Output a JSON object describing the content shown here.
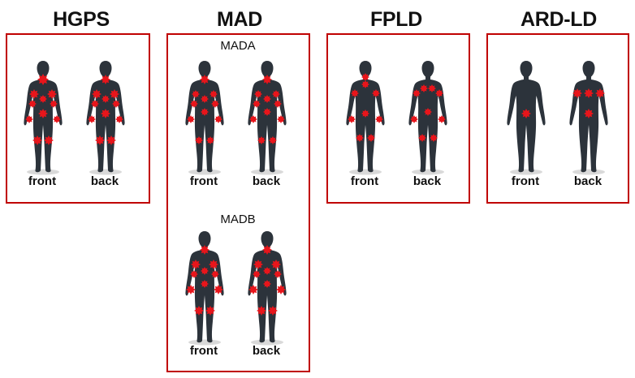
{
  "panels": [
    {
      "title": "HGPS",
      "groups": [
        {
          "subtitle": "",
          "figures": [
            {
              "label": "front",
              "view": "front",
              "dots": [
                [
                  0,
                  -44,
                  7
                ],
                [
                  -11,
                  -26,
                  6
                ],
                [
                  11,
                  -26,
                  6
                ],
                [
                  0,
                  -20,
                  5
                ],
                [
                  -13,
                  -14,
                  5
                ],
                [
                  13,
                  -14,
                  5
                ],
                [
                  0,
                  -2,
                  6
                ],
                [
                  -17,
                  5,
                  5
                ],
                [
                  17,
                  5,
                  5
                ],
                [
                  -7,
                  31,
                  6
                ],
                [
                  7,
                  31,
                  6
                ]
              ]
            },
            {
              "label": "back",
              "view": "back",
              "dots": [
                [
                  0,
                  -44,
                  6
                ],
                [
                  -11,
                  -26,
                  6
                ],
                [
                  11,
                  -26,
                  6
                ],
                [
                  0,
                  -20,
                  5
                ],
                [
                  -13,
                  -14,
                  5
                ],
                [
                  13,
                  -14,
                  5
                ],
                [
                  0,
                  -2,
                  6
                ],
                [
                  -17,
                  5,
                  5
                ],
                [
                  17,
                  5,
                  5
                ],
                [
                  -7,
                  31,
                  6
                ],
                [
                  7,
                  31,
                  6
                ]
              ]
            }
          ]
        }
      ]
    },
    {
      "title": "MAD",
      "groups": [
        {
          "subtitle": "MADA",
          "figures": [
            {
              "label": "front",
              "view": "front",
              "dots": [
                [
                  0,
                  -44,
                  6
                ],
                [
                  -11,
                  -26,
                  5
                ],
                [
                  11,
                  -26,
                  5
                ],
                [
                  0,
                  -20,
                  5
                ],
                [
                  -13,
                  -14,
                  5
                ],
                [
                  13,
                  -14,
                  5
                ],
                [
                  0,
                  -4,
                  5
                ],
                [
                  -17,
                  5,
                  5
                ],
                [
                  17,
                  5,
                  5
                ],
                [
                  -7,
                  31,
                  5
                ],
                [
                  7,
                  31,
                  5
                ]
              ]
            },
            {
              "label": "back",
              "view": "back",
              "dots": [
                [
                  0,
                  -44,
                  6
                ],
                [
                  -11,
                  -26,
                  5
                ],
                [
                  11,
                  -26,
                  5
                ],
                [
                  0,
                  -20,
                  5
                ],
                [
                  -13,
                  -14,
                  5
                ],
                [
                  13,
                  -14,
                  5
                ],
                [
                  0,
                  -4,
                  5
                ],
                [
                  -17,
                  5,
                  5
                ],
                [
                  17,
                  5,
                  5
                ],
                [
                  -7,
                  31,
                  5
                ],
                [
                  7,
                  31,
                  5
                ]
              ]
            }
          ]
        },
        {
          "subtitle": "MADB",
          "figures": [
            {
              "label": "front",
              "view": "front",
              "dots": [
                [
                  0,
                  -44,
                  6
                ],
                [
                  -11,
                  -26,
                  6
                ],
                [
                  11,
                  -26,
                  6
                ],
                [
                  0,
                  -18,
                  5
                ],
                [
                  -13,
                  -14,
                  5
                ],
                [
                  13,
                  -14,
                  5
                ],
                [
                  0,
                  -2,
                  5
                ],
                [
                  -17,
                  5,
                  6
                ],
                [
                  17,
                  5,
                  6
                ],
                [
                  -7,
                  31,
                  6
                ],
                [
                  7,
                  31,
                  6
                ]
              ]
            },
            {
              "label": "back",
              "view": "back",
              "dots": [
                [
                  0,
                  -44,
                  6
                ],
                [
                  -11,
                  -26,
                  6
                ],
                [
                  11,
                  -26,
                  6
                ],
                [
                  0,
                  -18,
                  5
                ],
                [
                  -13,
                  -14,
                  5
                ],
                [
                  13,
                  -14,
                  5
                ],
                [
                  0,
                  -2,
                  5
                ],
                [
                  -17,
                  5,
                  6
                ],
                [
                  17,
                  5,
                  6
                ],
                [
                  -7,
                  31,
                  6
                ],
                [
                  7,
                  31,
                  6
                ]
              ]
            }
          ]
        }
      ]
    },
    {
      "title": "FPLD",
      "groups": [
        {
          "subtitle": "",
          "figures": [
            {
              "label": "front",
              "view": "front",
              "dots": [
                [
                  0,
                  -47,
                  5
                ],
                [
                  0,
                  -38,
                  5
                ],
                [
                  -13,
                  -27,
                  5
                ],
                [
                  13,
                  -27,
                  5
                ],
                [
                  0,
                  -2,
                  5
                ],
                [
                  -17,
                  5,
                  5
                ],
                [
                  17,
                  5,
                  5
                ],
                [
                  -7,
                  28,
                  5
                ],
                [
                  7,
                  28,
                  5
                ]
              ]
            },
            {
              "label": "back",
              "view": "back",
              "dots": [
                [
                  -5,
                  -33,
                  5
                ],
                [
                  5,
                  -33,
                  5
                ],
                [
                  -14,
                  -27,
                  5
                ],
                [
                  14,
                  -27,
                  5
                ],
                [
                  0,
                  -4,
                  5
                ],
                [
                  -17,
                  5,
                  5
                ],
                [
                  17,
                  5,
                  5
                ],
                [
                  -7,
                  28,
                  5
                ],
                [
                  7,
                  28,
                  5
                ]
              ]
            }
          ]
        }
      ]
    },
    {
      "title": "ARD-LD",
      "groups": [
        {
          "subtitle": "",
          "figures": [
            {
              "label": "front",
              "view": "front",
              "dots": [
                [
                  0,
                  -2,
                  6
                ]
              ]
            },
            {
              "label": "back",
              "view": "back",
              "dots": [
                [
                  -14,
                  -27,
                  6
                ],
                [
                  0,
                  -27,
                  6
                ],
                [
                  14,
                  -27,
                  6
                ],
                [
                  0,
                  -2,
                  6
                ]
              ]
            }
          ]
        }
      ]
    }
  ],
  "colors": {
    "frame": "#c00000",
    "body": "#2c333b",
    "lesion": "#e8151b",
    "shadow": "#d9d9d9"
  }
}
